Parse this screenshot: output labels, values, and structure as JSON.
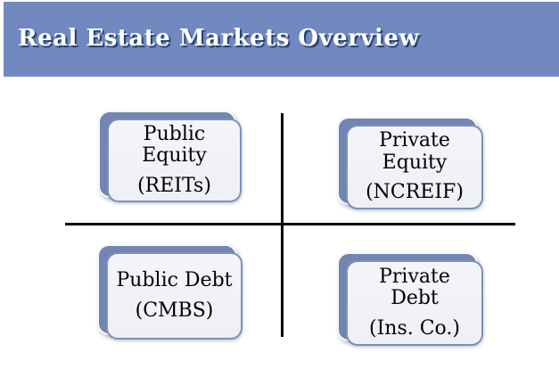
{
  "slide": {
    "title": "Real Estate Markets Overview"
  },
  "quadrants": [
    {
      "id": "public-equity",
      "name": "Public\nEquity",
      "detail": "(REITs)"
    },
    {
      "id": "private-equity",
      "name": "Private\nEquity",
      "detail": "(NCREIF)"
    },
    {
      "id": "public-debt",
      "name": "Public Debt",
      "detail": "(CMBS)"
    },
    {
      "id": "private-debt",
      "name": "Private\nDebt",
      "detail": "(Ins. Co.)"
    }
  ],
  "colors": {
    "header_background": "#7289c0",
    "title_text": "#ffffff",
    "title_shadow": "#1e3c6e",
    "box_back_layer": "#7385b1",
    "box_fill": "#f0f1f6",
    "box_border": "#7e90ba",
    "axis_line": "#000000",
    "page_background": "#ffffff"
  }
}
